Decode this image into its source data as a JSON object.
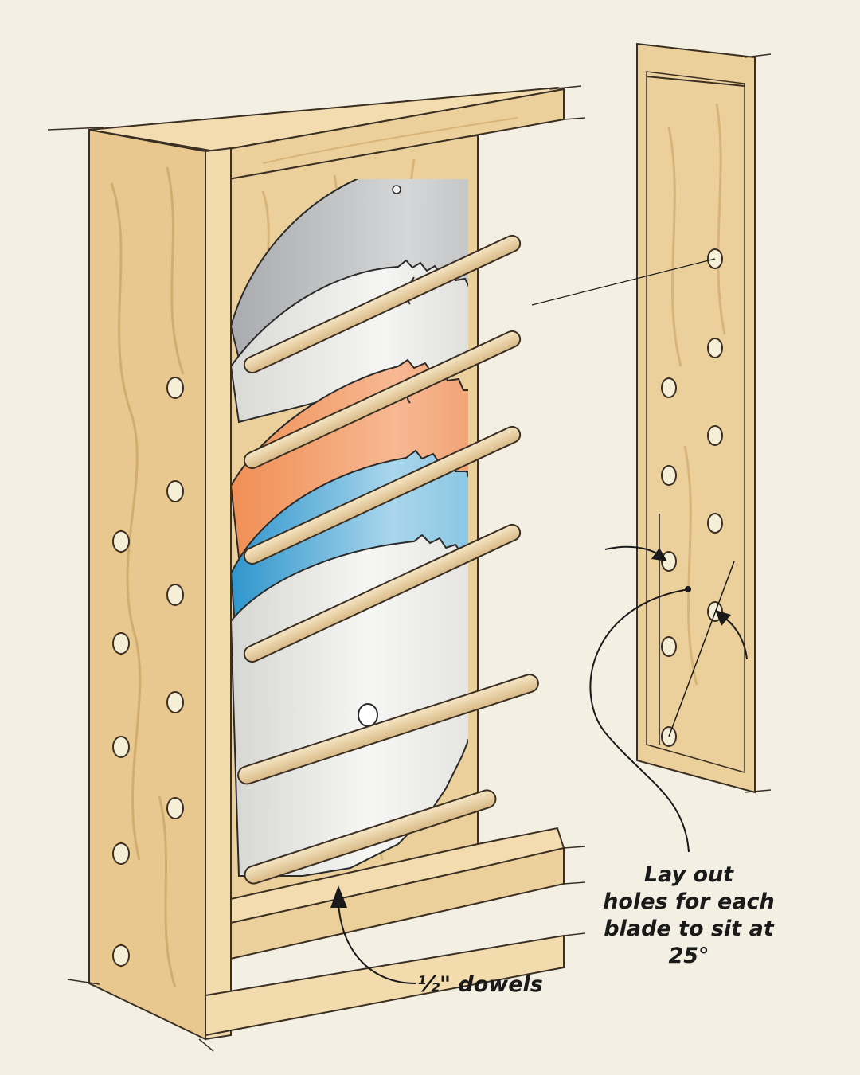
{
  "callouts": {
    "layout_line1": "Lay out",
    "layout_line2": "holes for each",
    "layout_line3": "blade to sit at",
    "layout_line4": "25°",
    "dowels": "½\" dowels"
  },
  "colors": {
    "background": "#f3efe3",
    "plywood": "#ecd09b",
    "plywood_grain": "#d7b57a",
    "outline": "#3a2f22",
    "blade_gray": "#bdbfc2",
    "blade_silver": "#e2e2e0",
    "blade_orange": "#f0a173",
    "blade_blue": "#6fb6d8",
    "blade_white": "#e9e8e4"
  }
}
